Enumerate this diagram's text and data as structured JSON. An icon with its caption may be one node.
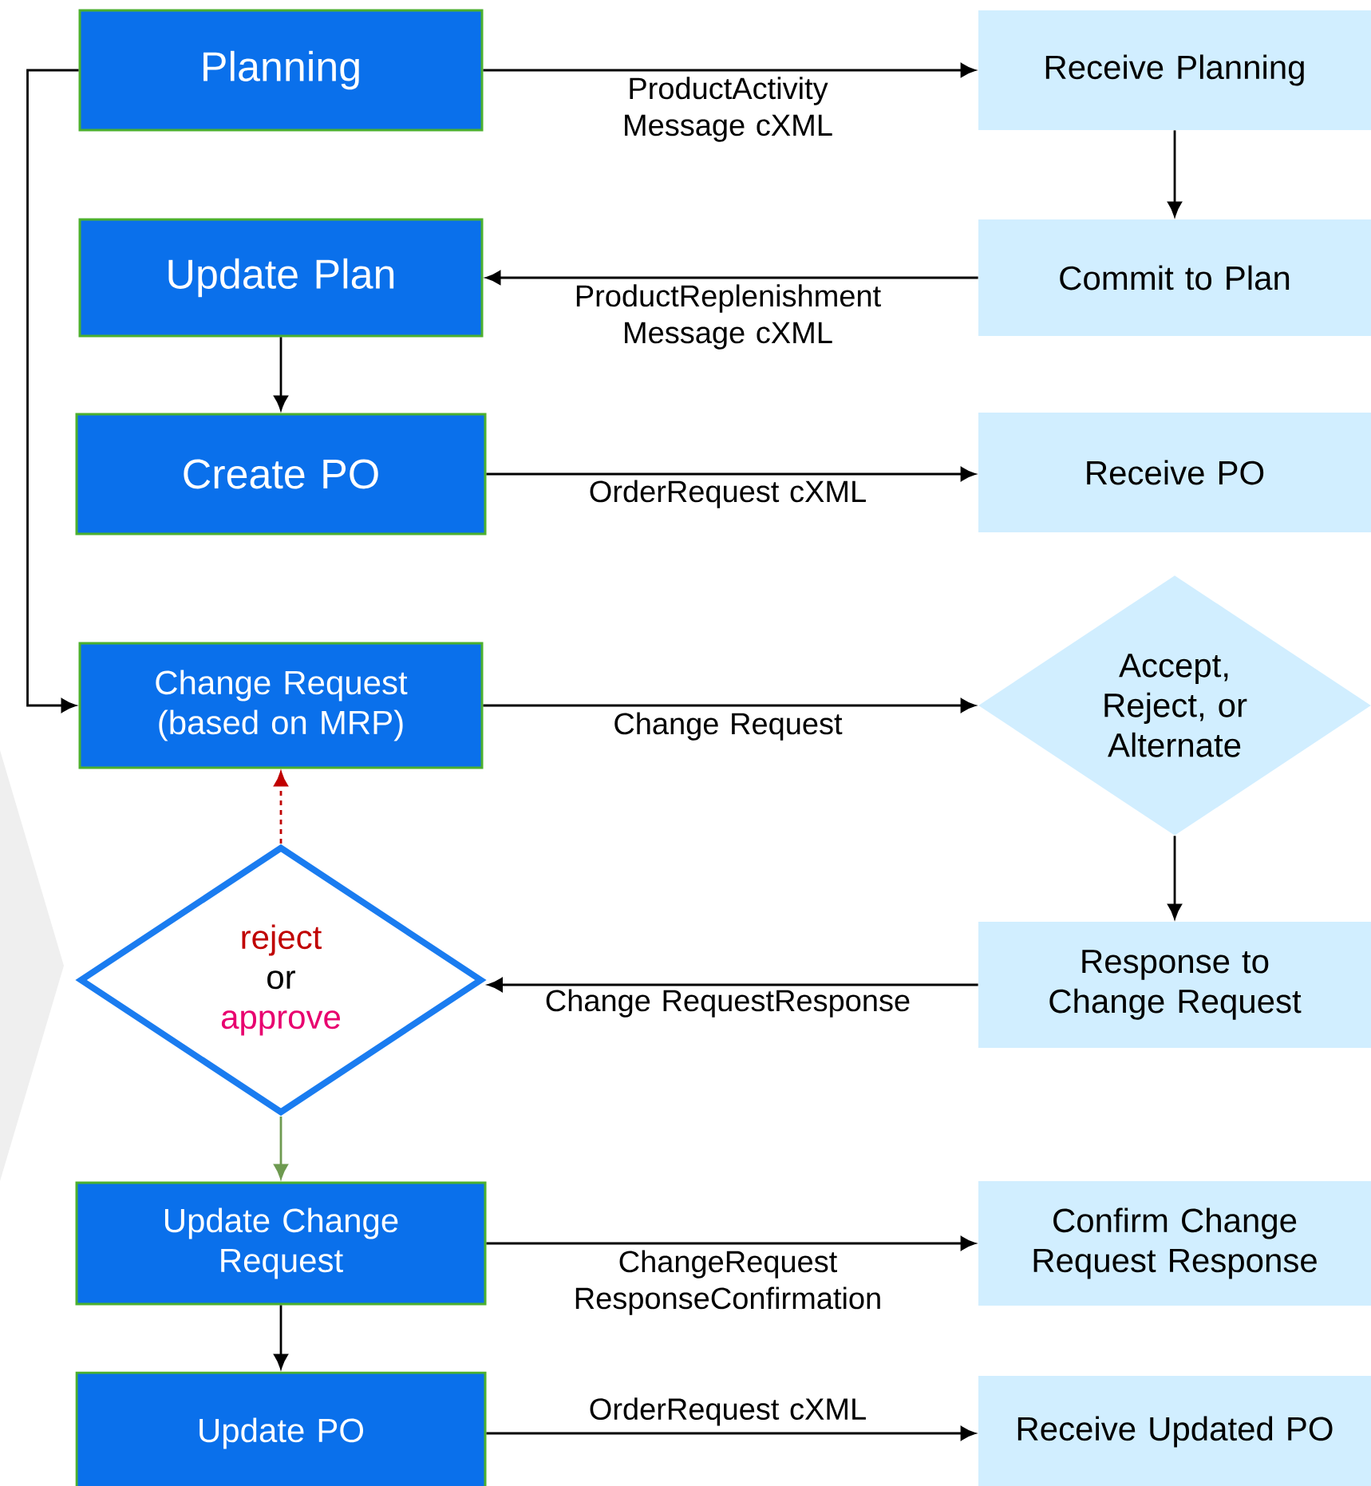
{
  "diagram": {
    "nodes": [
      {
        "text": [
          "Planning"
        ]
      },
      {
        "text": [
          "Update Plan"
        ]
      },
      {
        "text": [
          "Create PO"
        ]
      },
      {
        "text": [
          "Change Request (based on MRP)"
        ]
      },
      {
        "text": [
          "reject",
          "or",
          "approve"
        ]
      },
      {
        "text": [
          "Update Change Request"
        ]
      },
      {
        "text": [
          "Update PO"
        ]
      },
      {
        "text": [
          "Receive Planning"
        ]
      },
      {
        "text": [
          "Commit to Plan"
        ]
      },
      {
        "text": [
          "Receive PO"
        ]
      },
      {
        "text": [
          "Accept, Reject, or Alternate"
        ]
      },
      {
        "text": [
          "Response to Change Request"
        ]
      },
      {
        "text": [
          "Confirm Change Request Response"
        ]
      },
      {
        "text": [
          "Receive Updated PO"
        ]
      }
    ],
    "edges": [
      {
        "from": 0,
        "to": 7,
        "arrow": "to",
        "label": "ProductActivity Message cXML"
      },
      {
        "from": 7,
        "to": 8,
        "arrow": "to"
      },
      {
        "from": 8,
        "to": 1,
        "arrow": "to",
        "label": "ProductReplenishment Message cXML"
      },
      {
        "from": 1,
        "to": 2,
        "arrow": "to"
      },
      {
        "from": 2,
        "to": 9,
        "arrow": "to",
        "label": "OrderRequest cXML"
      },
      {
        "from": 0,
        "to": 3,
        "arrow": "to"
      },
      {
        "from": 3,
        "to": 10,
        "arrow": "to",
        "label": "Change Request"
      },
      {
        "from": 10,
        "to": 11,
        "arrow": "to"
      },
      {
        "from": 11,
        "to": 4,
        "arrow": "to",
        "label": "Change RequestResponse"
      },
      {
        "from": 4,
        "to": 3,
        "arrow": "to",
        "style": "dashed",
        "color": "#c00000"
      },
      {
        "from": 4,
        "to": 5,
        "arrow": "to",
        "color": "#6e9a50"
      },
      {
        "from": 5,
        "to": 12,
        "arrow": "to",
        "label": "ChangeRequest ResponseConfirmation"
      },
      {
        "from": 5,
        "to": 6,
        "arrow": "to"
      },
      {
        "from": 6,
        "to": 13,
        "arrow": "to",
        "label": "OrderRequest cXML"
      }
    ]
  }
}
